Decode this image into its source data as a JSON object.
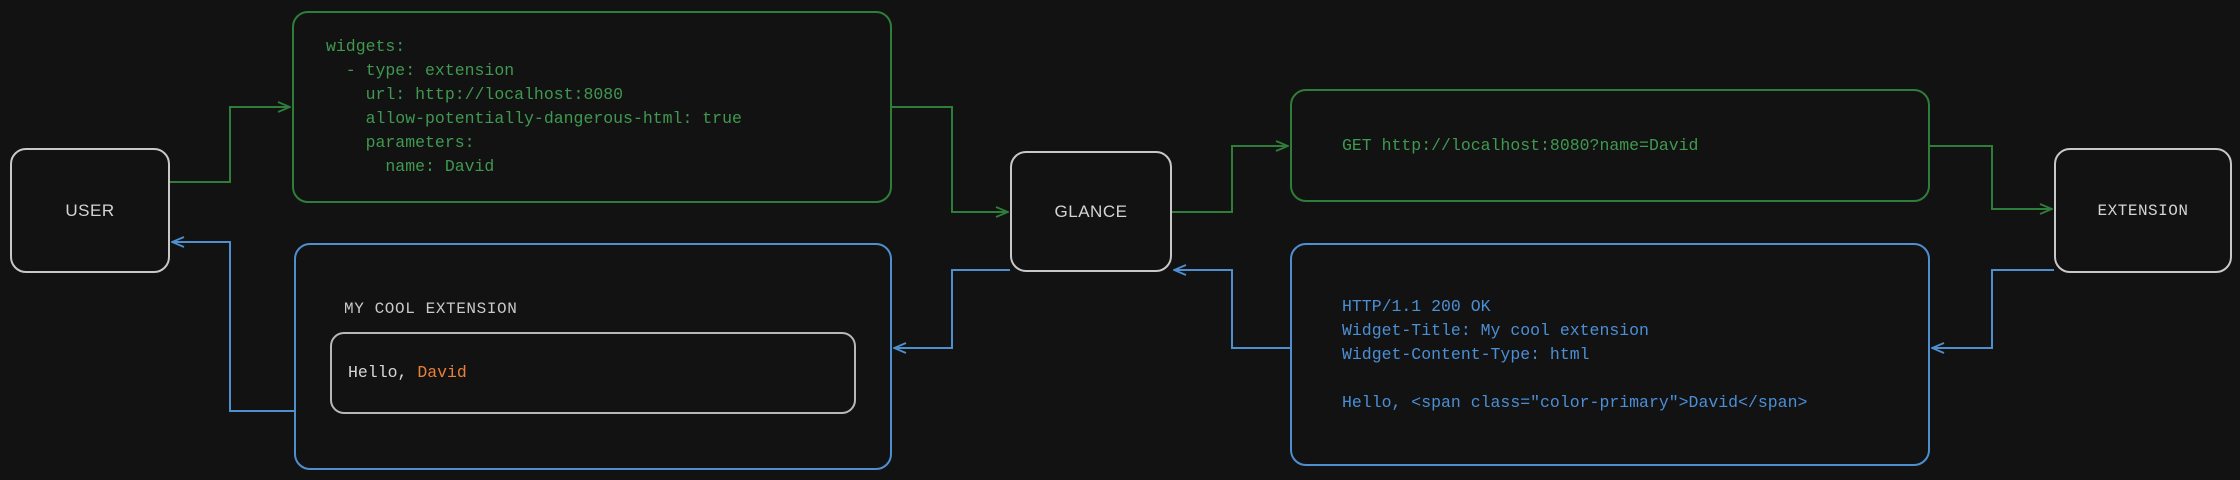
{
  "theme": {
    "background": "#121212",
    "node_border": "#c8c8c8",
    "node_text": "#d4d4d4",
    "request_color": "#3f9950",
    "response_color": "#4b8fd6",
    "accent_primary": "#e8803a"
  },
  "nodes": [
    {
      "id": "user",
      "label": "USER"
    },
    {
      "id": "glance",
      "label": "GLANCE"
    },
    {
      "id": "extension",
      "label": "EXTENSION"
    }
  ],
  "messages": {
    "yaml_config": {
      "flow": "user-to-glance",
      "color": "#3f9950",
      "text": "widgets:\n  - type: extension\n    url: http://localhost:8080\n    allow-potentially-dangerous-html: true\n    parameters:\n      name: David"
    },
    "http_request": {
      "flow": "glance-to-extension",
      "color": "#3f9950",
      "text": "GET http://localhost:8080?name=David"
    },
    "http_response": {
      "flow": "extension-to-glance",
      "color": "#4b8fd6",
      "text": "HTTP/1.1 200 OK\nWidget-Title: My cool extension\nWidget-Content-Type: html\n\nHello, <span class=\"color-primary\">David</span>"
    },
    "rendered_widget": {
      "flow": "glance-to-user",
      "color": "#4b8fd6",
      "title": "MY COOL EXTENSION",
      "body_prefix": "Hello, ",
      "body_highlight": "David"
    }
  }
}
